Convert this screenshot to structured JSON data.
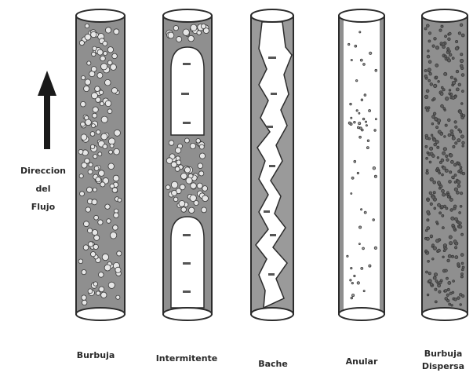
{
  "direction_label": {
    "line1": "Direccion",
    "line2": "del",
    "line3": "Flujo"
  },
  "regimes": [
    {
      "label": "Burbuja",
      "label_line2": ""
    },
    {
      "label": "Intermitente",
      "label_line2": ""
    },
    {
      "label": "Bache",
      "label_line2": ""
    },
    {
      "label": "Anular",
      "label_line2": ""
    },
    {
      "label": "Burbuja",
      "label_line2": "Dispersa"
    }
  ],
  "colors": {
    "liquid": "#8f8f8f",
    "gas": "#ffffff",
    "outline": "#2b2b2b",
    "arrow": "#1a1a1a"
  }
}
